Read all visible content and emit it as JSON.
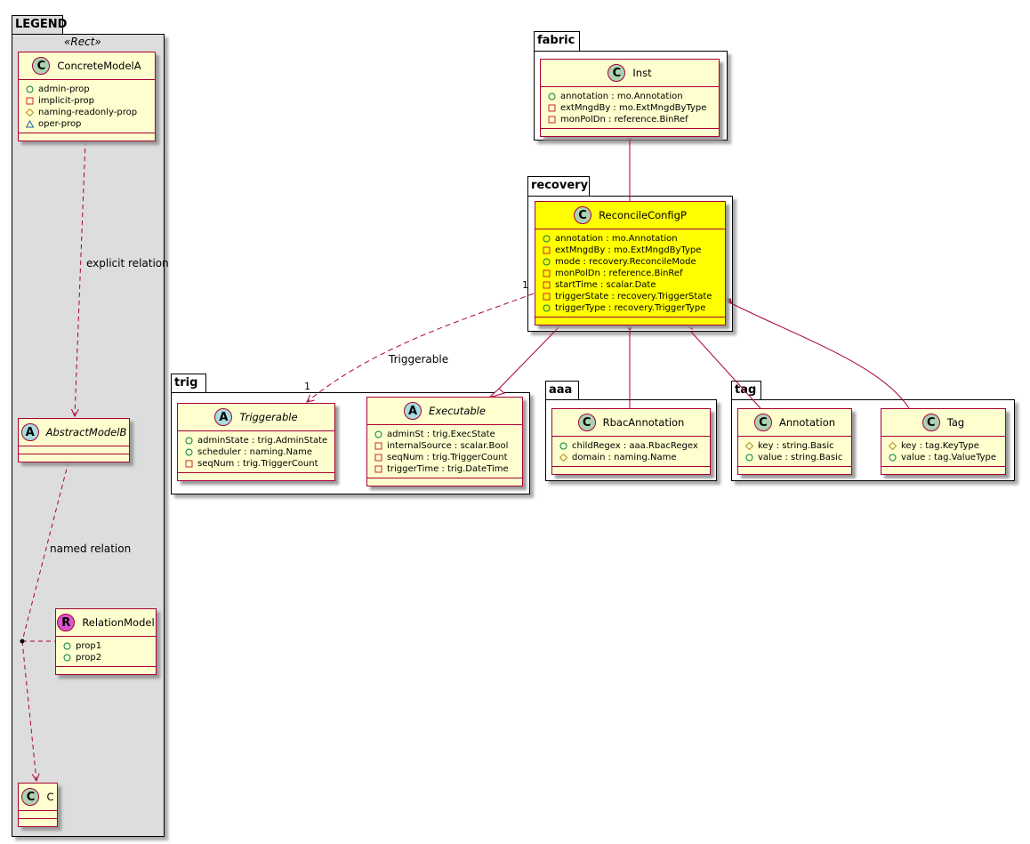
{
  "colors": {
    "border": "#A80036",
    "fill": "#FEFECE",
    "highlight": "#FFFF00",
    "legend_bg": "#DDDDDD"
  },
  "packages": {
    "legend": "LEGEND",
    "fabric": "fabric",
    "recovery": "recovery",
    "trig": "trig",
    "aaa": "aaa",
    "tag": "tag"
  },
  "legend_stereotype": "«Rect»",
  "classes": {
    "ConcreteModelA": {
      "kind": "C",
      "name": "ConcreteModelA",
      "members": [
        [
          "+",
          "admin-prop"
        ],
        [
          "-",
          "implicit-prop"
        ],
        [
          "#",
          "naming-readonly-prop"
        ],
        [
          "~",
          "oper-prop"
        ]
      ]
    },
    "AbstractModelB": {
      "kind": "A",
      "name": "AbstractModelB",
      "members": []
    },
    "RelationModel": {
      "kind": "R",
      "name": "RelationModel",
      "members": [
        [
          "+",
          "prop1"
        ],
        [
          "+",
          "prop2"
        ]
      ]
    },
    "C": {
      "kind": "C",
      "name": "C",
      "members": []
    },
    "Inst": {
      "kind": "C",
      "name": "Inst",
      "members": [
        [
          "+",
          "annotation : mo.Annotation"
        ],
        [
          "-",
          "extMngdBy : mo.ExtMngdByType"
        ],
        [
          "-",
          "monPolDn : reference.BinRef"
        ]
      ]
    },
    "ReconcileConfigP": {
      "kind": "C",
      "name": "ReconcileConfigP",
      "members": [
        [
          "+",
          "annotation : mo.Annotation"
        ],
        [
          "-",
          "extMngdBy : mo.ExtMngdByType"
        ],
        [
          "+",
          "mode : recovery.ReconcileMode"
        ],
        [
          "-",
          "monPolDn : reference.BinRef"
        ],
        [
          "-",
          "startTime : scalar.Date"
        ],
        [
          "-",
          "triggerState : recovery.TriggerState"
        ],
        [
          "+",
          "triggerType : recovery.TriggerType"
        ]
      ]
    },
    "Triggerable": {
      "kind": "A",
      "name": "Triggerable",
      "members": [
        [
          "+",
          "adminState : trig.AdminState"
        ],
        [
          "+",
          "scheduler : naming.Name"
        ],
        [
          "-",
          "seqNum : trig.TriggerCount"
        ]
      ]
    },
    "Executable": {
      "kind": "A",
      "name": "Executable",
      "members": [
        [
          "+",
          "adminSt : trig.ExecState"
        ],
        [
          "-",
          "internalSource : scalar.Bool"
        ],
        [
          "-",
          "seqNum : trig.TriggerCount"
        ],
        [
          "-",
          "triggerTime : trig.DateTime"
        ]
      ]
    },
    "RbacAnnotation": {
      "kind": "C",
      "name": "RbacAnnotation",
      "members": [
        [
          "+",
          "childRegex : aaa.RbacRegex"
        ],
        [
          "#",
          "domain : naming.Name"
        ]
      ]
    },
    "Annotation": {
      "kind": "C",
      "name": "Annotation",
      "members": [
        [
          "#",
          "key : string.Basic"
        ],
        [
          "+",
          "value : string.Basic"
        ]
      ]
    },
    "Tag": {
      "kind": "C",
      "name": "Tag",
      "members": [
        [
          "#",
          "key : tag.KeyType"
        ],
        [
          "+",
          "value : tag.ValueType"
        ]
      ]
    }
  },
  "edge_labels": {
    "explicit": "explicit relation",
    "named": "named relation",
    "triggerable": "Triggerable",
    "mult_src": "1",
    "mult_dst": "1"
  }
}
